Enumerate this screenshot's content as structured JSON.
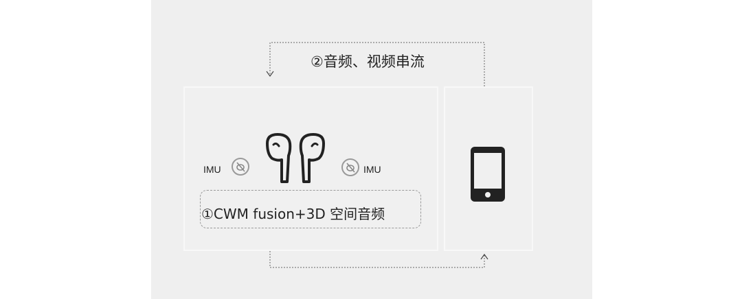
{
  "diagram": {
    "stream_label": "②音频、视频串流",
    "imu_left": "IMU",
    "imu_right": "IMU",
    "fusion_label": "①CWM fusion+3D 空间音频",
    "icons": [
      "earbuds-icon",
      "imu-sensor-icon",
      "smartphone-icon"
    ]
  }
}
